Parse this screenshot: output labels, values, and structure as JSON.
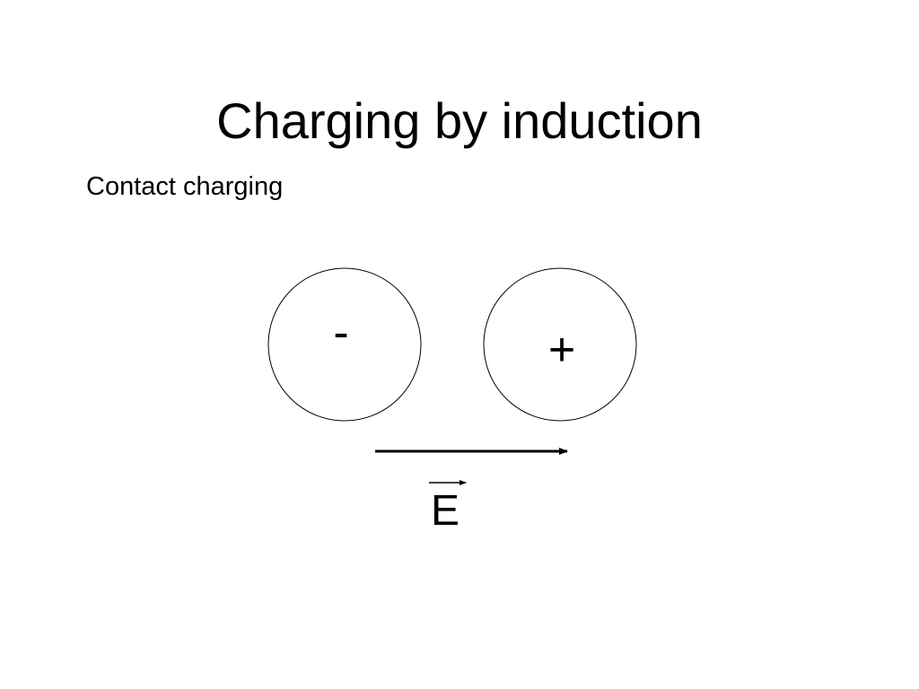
{
  "slide": {
    "title": "Charging by induction",
    "subtitle": "Contact charging"
  },
  "diagram": {
    "left_sphere": {
      "charge_label": "-"
    },
    "right_sphere": {
      "charge_label": "+"
    },
    "field": {
      "label": "E",
      "vector_symbol": true
    },
    "colors": {
      "stroke": "#000000",
      "background": "#ffffff"
    }
  }
}
